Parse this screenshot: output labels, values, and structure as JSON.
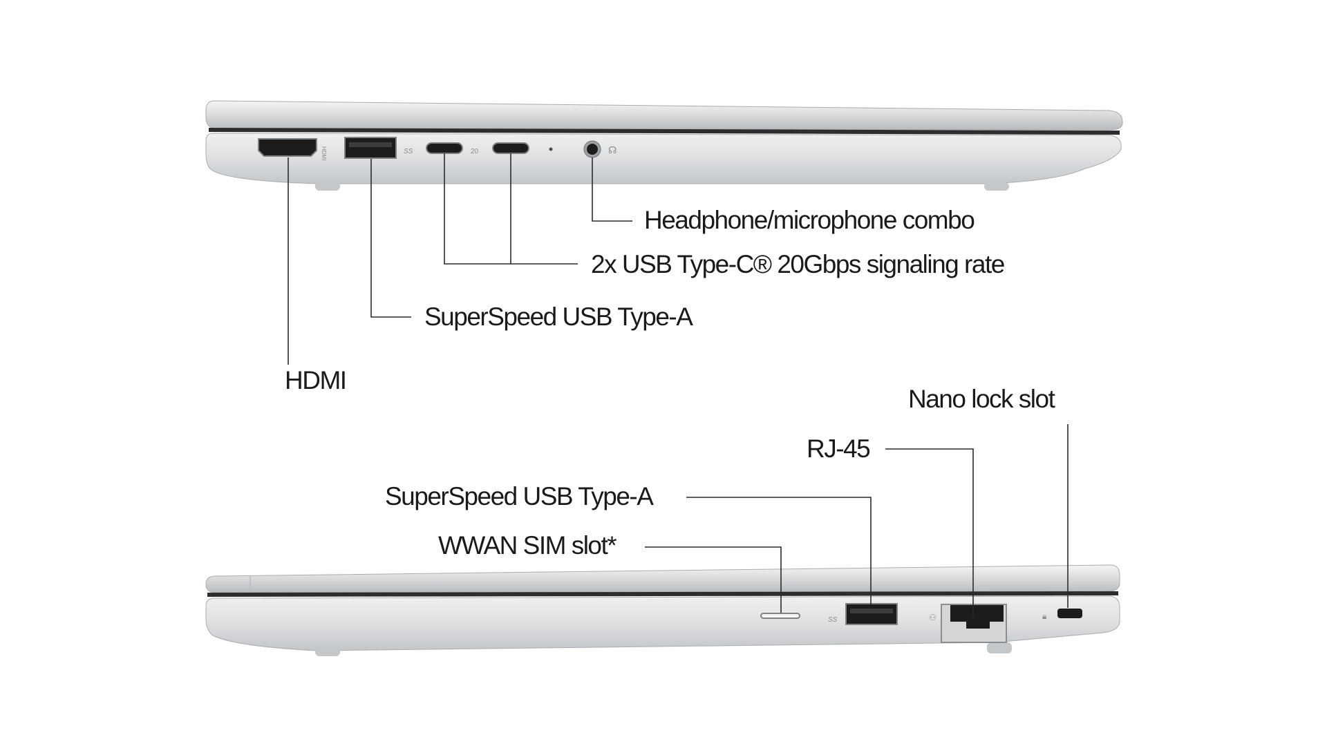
{
  "labels": {
    "headphone": "Headphone/microphone combo",
    "usb_c": "2x USB Type-C® 20Gbps signaling rate",
    "usb_a_left": "SuperSpeed USB Type-A",
    "hdmi": "HDMI",
    "nano_lock": "Nano lock slot",
    "rj45": "RJ-45",
    "usb_a_right": "SuperSpeed USB Type-A",
    "wwan_sim": "WWAN SIM slot*"
  },
  "colors": {
    "background": "#ffffff",
    "chassis": "#d9dbdc",
    "port": "#1c1c1c",
    "text": "#1a1a1a"
  }
}
